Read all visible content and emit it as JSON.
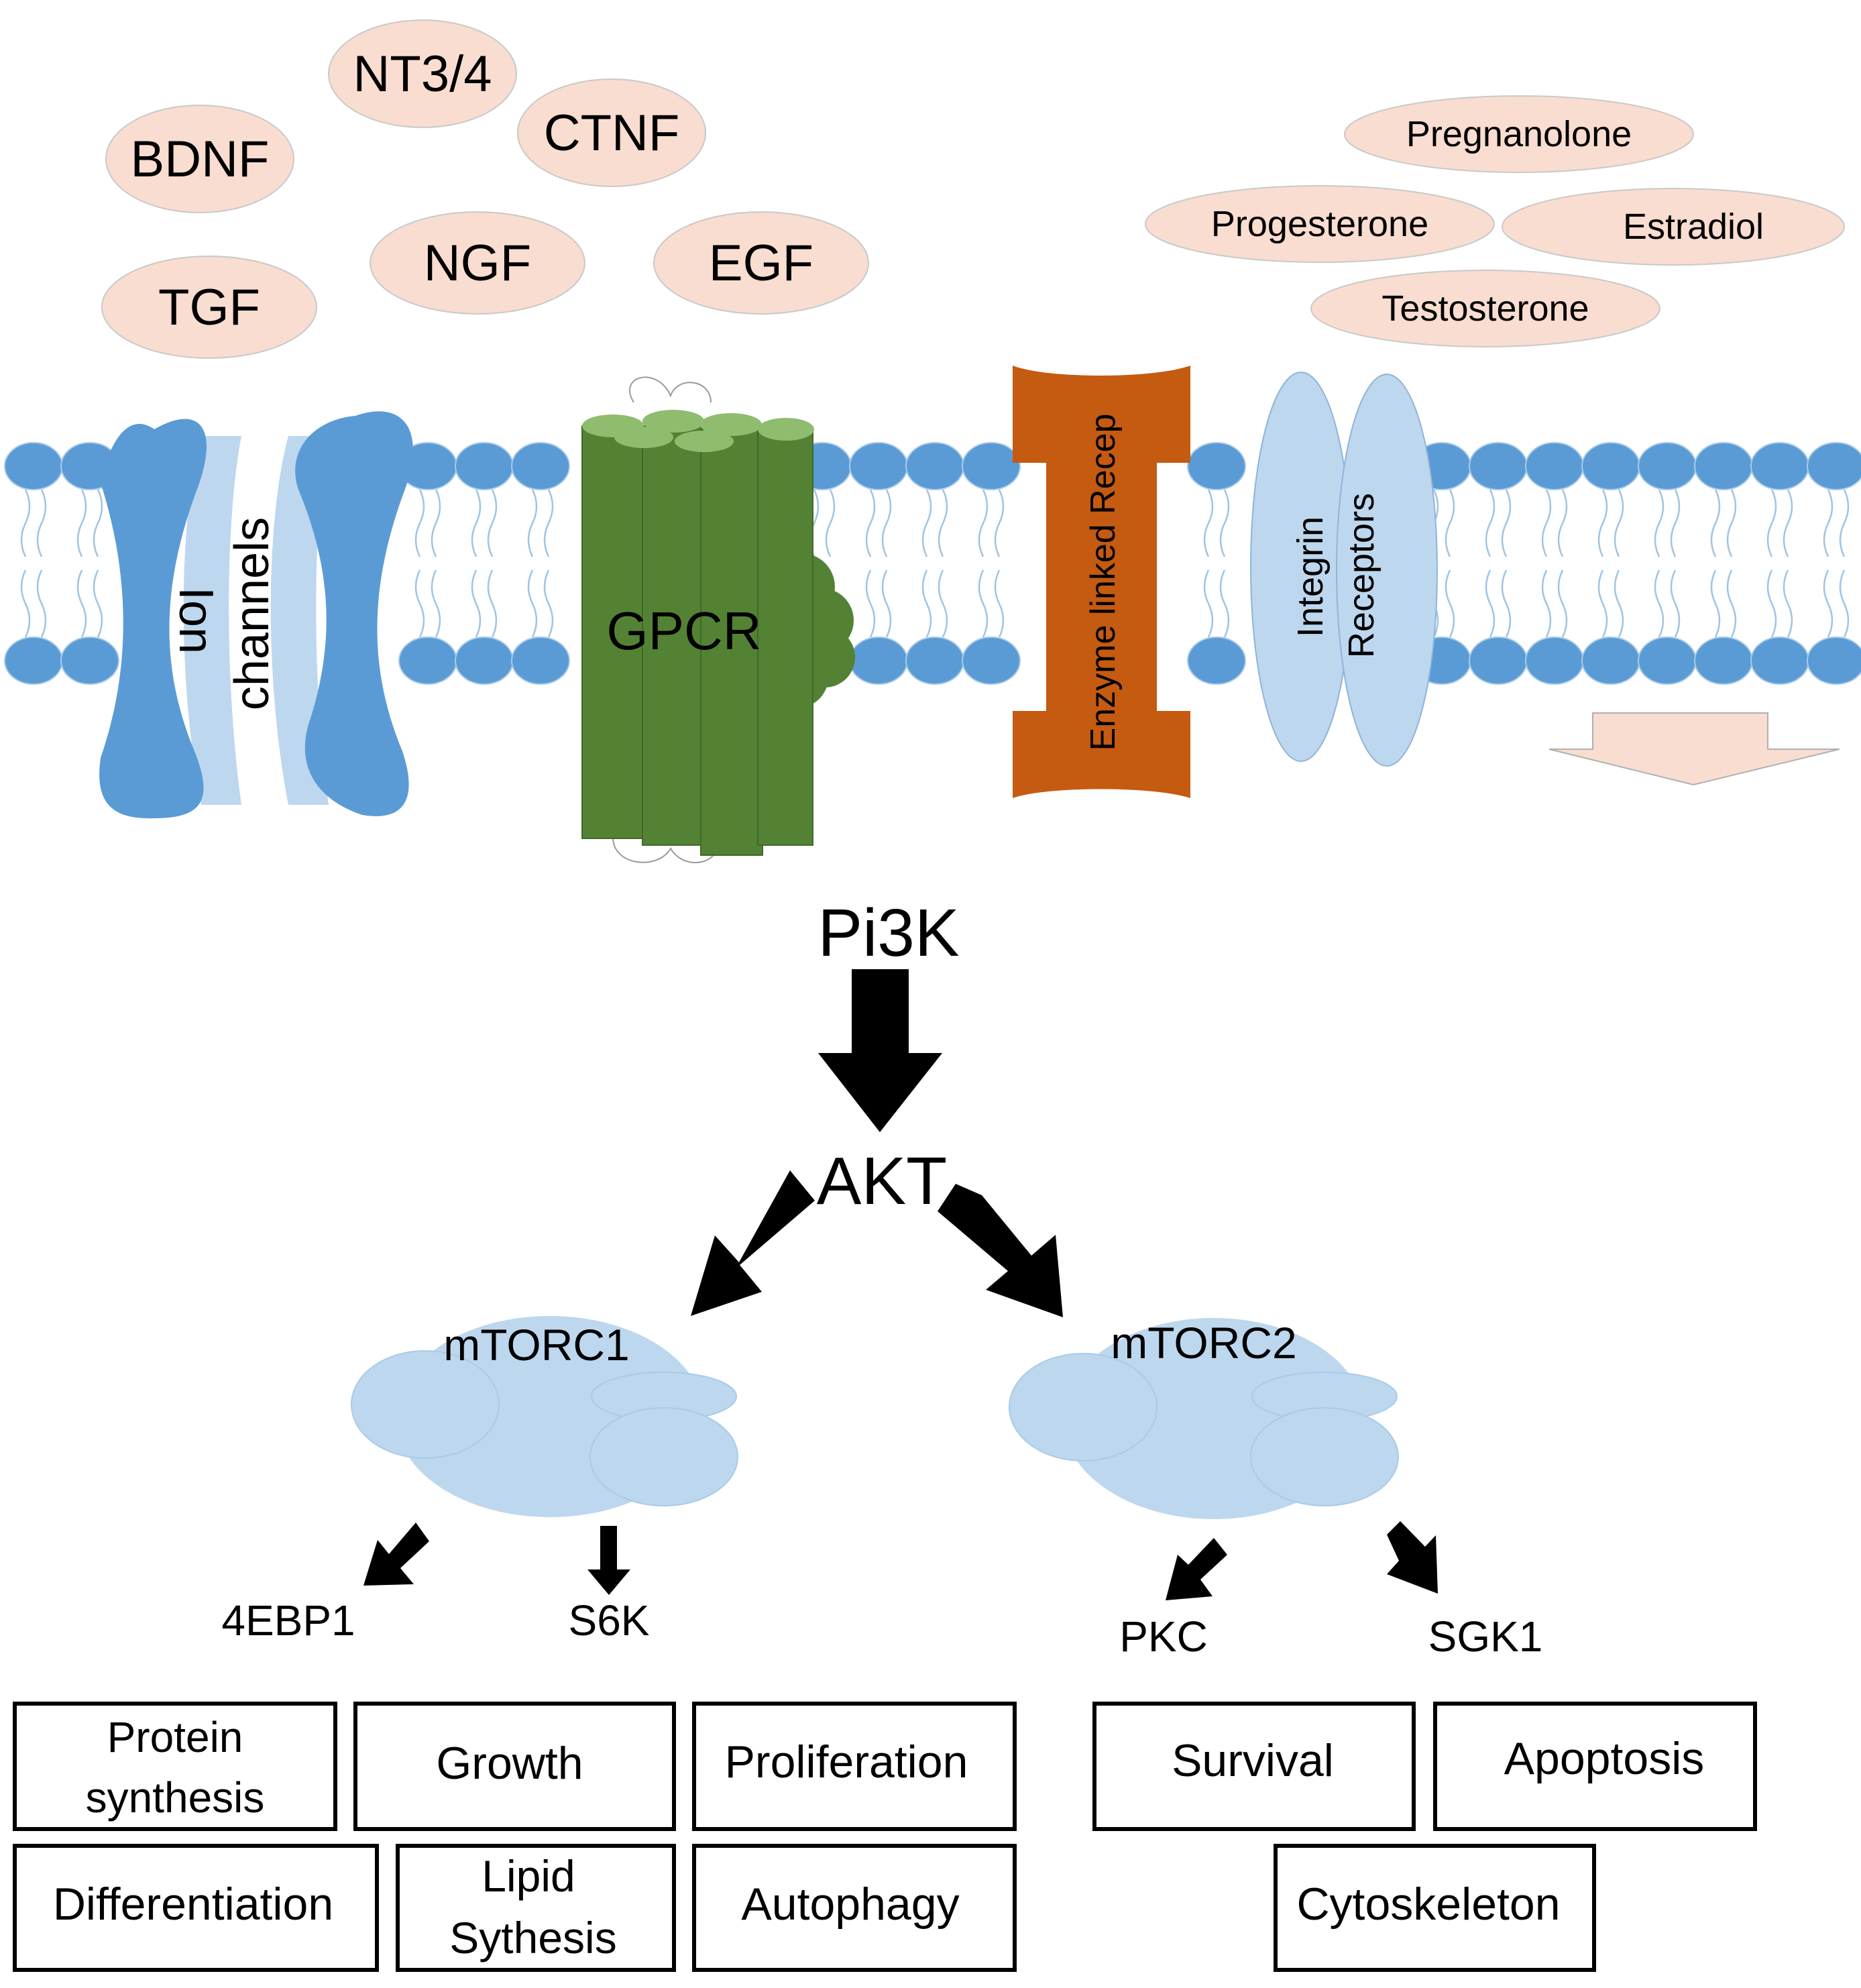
{
  "extracellular_ligands": {
    "growth_factors": [
      "NT3/4",
      "BDNF",
      "CTNF",
      "NGF",
      "EGF",
      "TGF"
    ],
    "steroids": [
      "Pregnanolone",
      "Progesterone",
      "Estradiol",
      "Testosterone"
    ]
  },
  "membrane_receptors": {
    "ion_channels": [
      "Ion",
      "channels"
    ],
    "gpcr": "GPCR",
    "enzyme_linked": "Enzyme linked Recep",
    "integrin": [
      "Integrin",
      "Receptors"
    ]
  },
  "pathway": {
    "pi3k": "Pi3K",
    "akt": "AKT",
    "mtorc1": "mTORC1",
    "mtorc2": "mTORC2"
  },
  "mtorc1_targets": [
    "4EBP1",
    "S6K"
  ],
  "mtorc2_targets": [
    "PKC",
    "SGK1"
  ],
  "mtorc1_outcomes": {
    "protein_synthesis": [
      "Protein",
      "synthesis"
    ],
    "growth": "Growth",
    "proliferation": "Proliferation",
    "differentiation": "Differentiation",
    "lipid_synthesis": [
      "Lipid",
      "Sythesis"
    ],
    "autophagy": "Autophagy"
  },
  "mtorc2_outcomes": {
    "survival": "Survival",
    "apoptosis": "Apoptosis",
    "cytoskeleton": "Cytoskeleton"
  },
  "colors": {
    "ligand_fill": "#f8ddd0",
    "membrane_head": "#5b9bd5",
    "ion_channel_light": "#bdd7ee",
    "gpcr_green": "#548235",
    "enzyme_orange": "#c55a11",
    "integrin_light": "#bdd7ee",
    "mtor_complex": "#bdd7ee",
    "arrow": "#000000"
  }
}
